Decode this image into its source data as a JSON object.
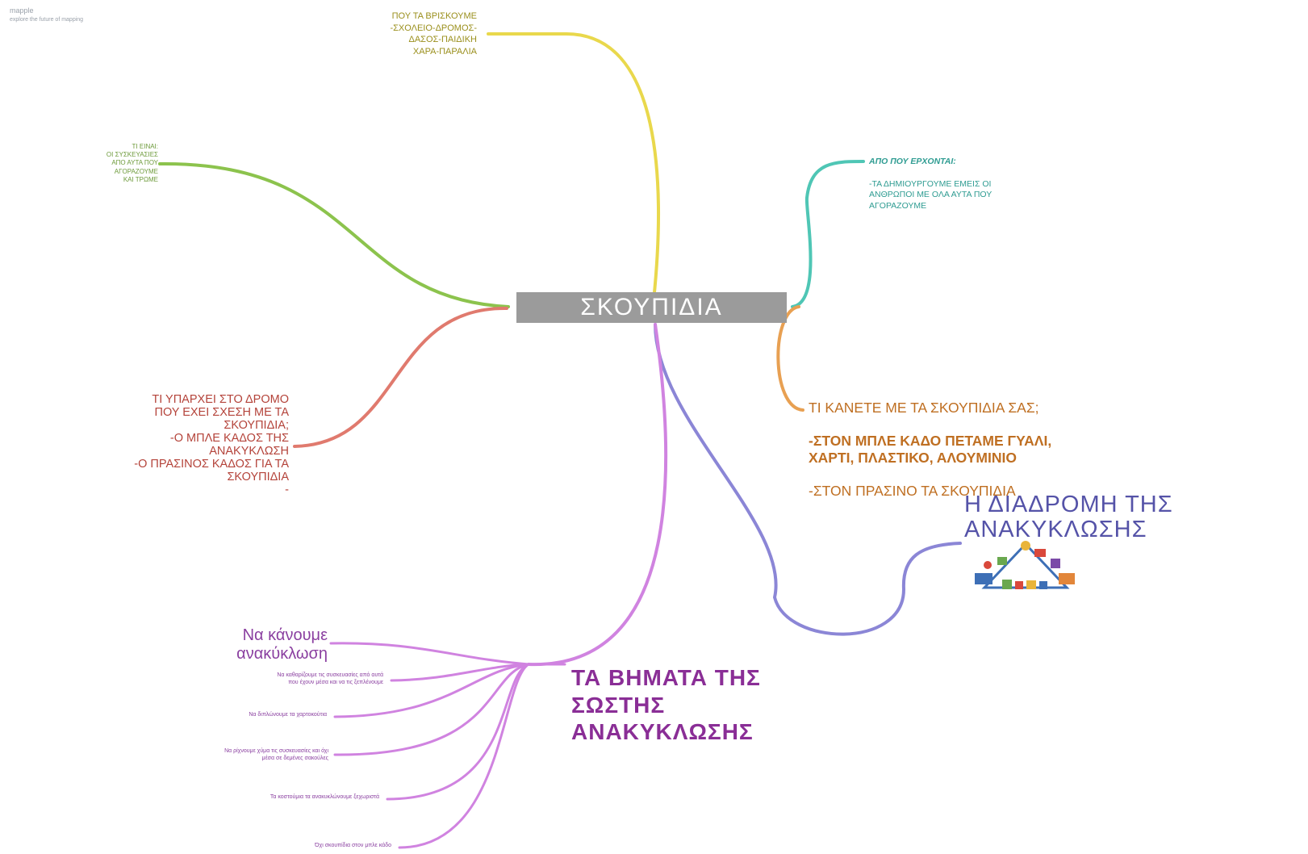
{
  "brand": {
    "name": "mapple",
    "tagline": "explore the future of mapping"
  },
  "center": {
    "label": "ΣΚΟΥΠΙΔΙΑ"
  },
  "branches": {
    "where": {
      "text": "ΠΟΥ ΤΑ ΒΡΙΣΚΟΥΜΕ\n-ΣΧΟΛΕΙΟ-ΔΡΟΜΟΣ-\nΔΑΣΟΣ-ΠΑΙΔΙΚΗ\nΧΑΡΑ-ΠΑΡΑΛΙΑ",
      "color": "#e9d84c"
    },
    "what": {
      "text": "ΤΙ ΕΙΝΑΙ:\nΟΙ ΣΥΣΚΕΥΑΣΙΕΣ\nΑΠΟ ΑΥΤΑ ΠΟΥ\nΑΓΟΡΑΖΟΥΜΕ\nΚΑΙ ΤΡΩΜΕ",
      "color": "#8cc34d"
    },
    "origin": {
      "heading": "ΑΠΟ ΠΟΥ ΕΡΧΟΝΤΑΙ:",
      "text": "-ΤΑ ΔΗΜΙΟΥΡΓΟΥΜΕ ΕΜΕΙΣ ΟΙ\nΑΝΘΡΩΠΟΙ ΜΕ ΟΛΑ ΑΥΤΑ ΠΟΥ\nΑΓΟΡΑΖΟΥΜΕ",
      "color": "#4fc6b5"
    },
    "street": {
      "text": "ΤΙ ΥΠΑΡΧΕΙ ΣΤΟ ΔΡΟΜΟ\nΠΟΥ ΕΧΕΙ ΣΧΕΣΗ ΜΕ ΤΑ\nΣΚΟΥΠΙΔΙΑ;\n-Ο ΜΠΛΕ ΚΑΔΟΣ ΤΗΣ\nΑΝΑΚΥΚΛΩΣΗ\n-Ο ΠΡΑΣΙΝΟΣ ΚΑΔΟΣ ΓΙΑ ΤΑ\nΣΚΟΥΠΙΔΙΑ\n-",
      "color": "#e07a6e"
    },
    "doing": {
      "line1": "ΤΙ ΚΑΝΕΤΕ ΜΕ ΤΑ ΣΚΟΥΠΙΔΙΑ ΣΑΣ;",
      "line2": "-ΣΤΟΝ ΜΠΛΕ ΚΑΔΟ ΠΕΤΑΜΕ ΓΥΑΛΙ,\nΧΑΡΤΙ, ΠΛΑΣΤΙΚΟ, ΑΛΟΥΜΙΝΙΟ",
      "line3": "-ΣΤΟΝ ΠΡΑΣΙΝΟ ΤΑ ΣΚΟΥΠΙΔΙΑ",
      "color": "#e8a052"
    },
    "route": {
      "text": "Η ΔΙΑΔΡΟΜΗ ΤΗΣ\nΑΝΑΚΥΚΛΩΣΗΣ",
      "color": "#8b86d6"
    },
    "steps": {
      "title": "ΤΑ ΒΗΜΑΤΑ ΤΗΣ\nΣΩΣΤΗΣ\nΑΝΑΚΥΚΛΩΣΗΣ",
      "color": "#d083e0",
      "recycle_label": "Να κάνουμε\nανακύκλωση",
      "items": [
        "Να καθαρίζουμε τις συσκευασίες από αυτά\nπου έχουν μέσα και να τις ξεπλένουμε",
        "Να διπλώνουμε τα χαρτοκούτια",
        "Να ρίχνουμε χύμα τις συσκευασίες και όχι\nμέσα σε δεμένες σακούλες",
        "Τα κοστούμια τα ανακυκλώνουμε ξεχωριστά",
        "Όχι σκουπίδια στον μπλε κάδο"
      ]
    }
  }
}
